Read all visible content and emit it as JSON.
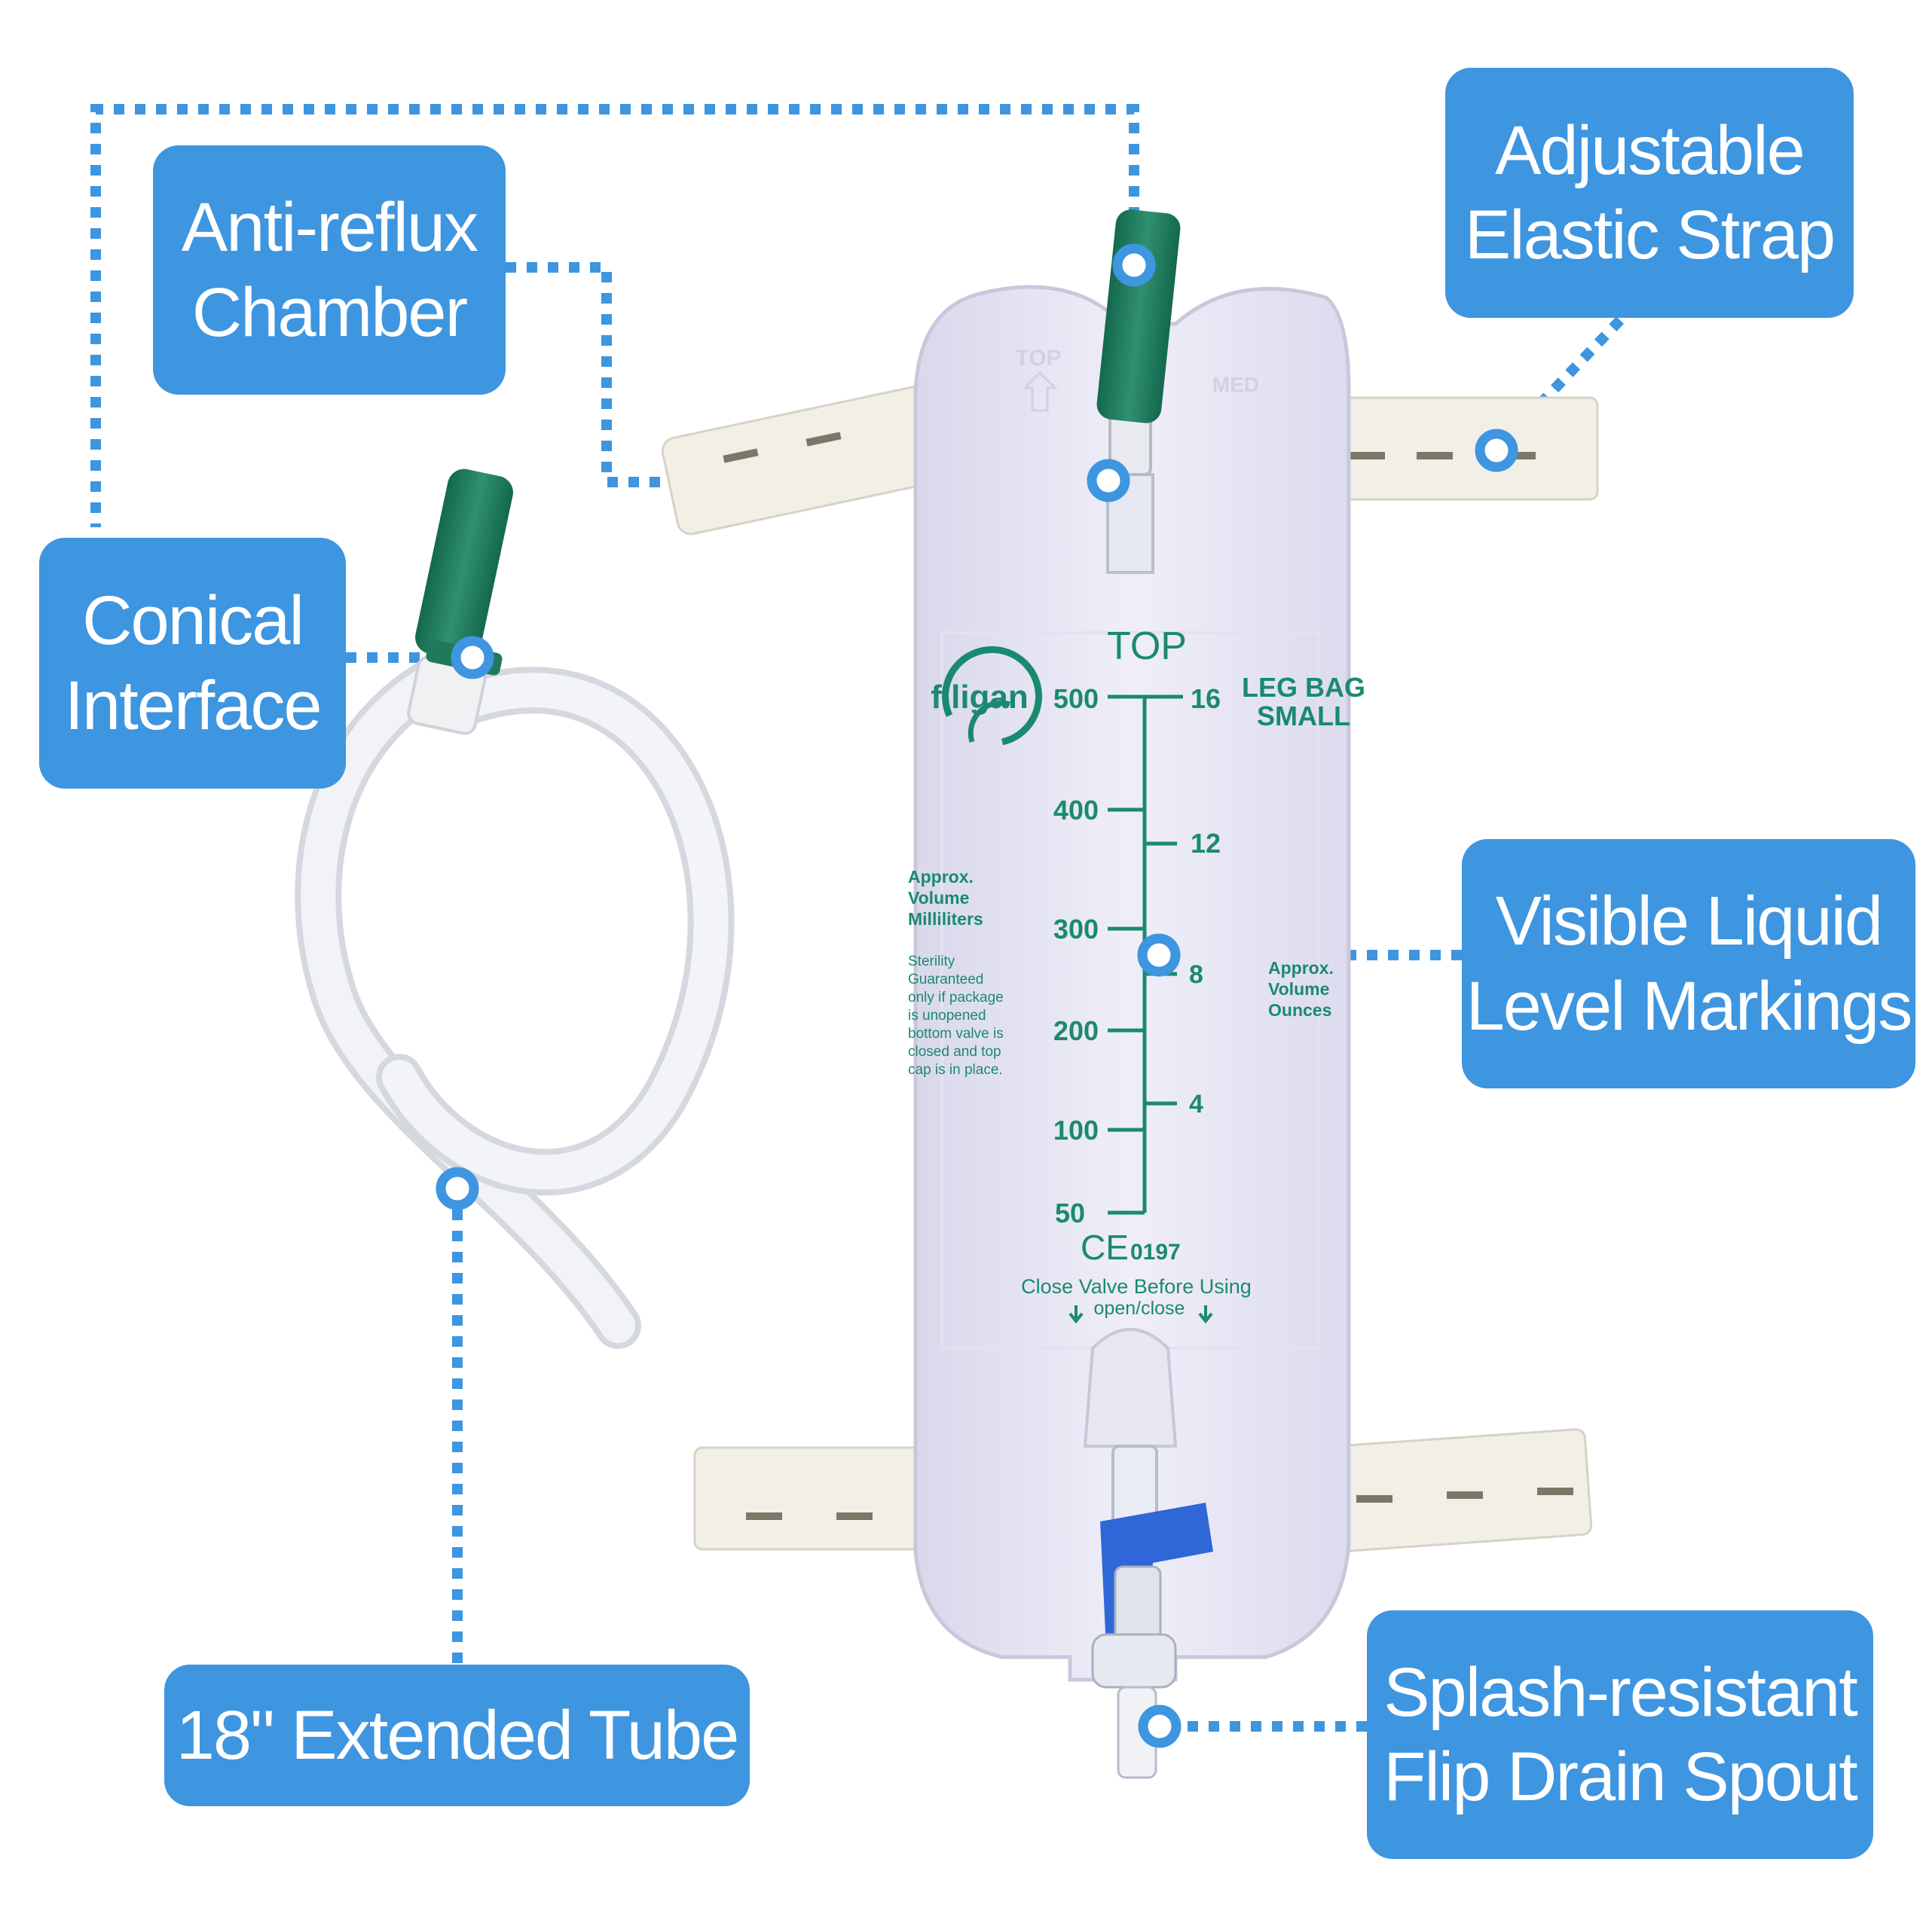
{
  "callouts": {
    "anti_reflux": [
      "Anti-reflux",
      "Chamber"
    ],
    "strap": [
      "Adjustable",
      "Elastic Strap"
    ],
    "conical": [
      "Conical",
      "Interface"
    ],
    "visible": [
      "Visible Liquid",
      "Level Markings"
    ],
    "tube": [
      "18\" Extended Tube"
    ],
    "spout": [
      "Splash-resistant",
      "Flip Drain Spout"
    ]
  },
  "bag": {
    "emboss_top": "TOP",
    "emboss_med": "MED",
    "top_label": "TOP",
    "brand": "filigan",
    "product_line1": "LEG BAG",
    "product_line2": "SMALL",
    "ml_scale": [
      "500",
      "400",
      "300",
      "200",
      "100",
      "50"
    ],
    "oz_scale": [
      "16",
      "12",
      "8",
      "4"
    ],
    "ml_label": [
      "Approx.",
      "Volume",
      "Milliliters"
    ],
    "oz_label": [
      "Approx.",
      "Volume",
      "Ounces"
    ],
    "sterility": [
      "Sterility",
      "Guaranteed",
      "only if package",
      "is unopened",
      "bottom valve is",
      "closed and top",
      "cap is in place."
    ],
    "ce_mark": "CE",
    "ce_number": "0197",
    "valve_note": "Close Valve Before Using",
    "open_close": "open/close"
  },
  "colors": {
    "callout": "#3e95e0",
    "connector": "#3e95e0",
    "print_green": "#1a8a6e",
    "cap_green": "#1f7a5c",
    "valve_blue": "#2f66d8"
  }
}
